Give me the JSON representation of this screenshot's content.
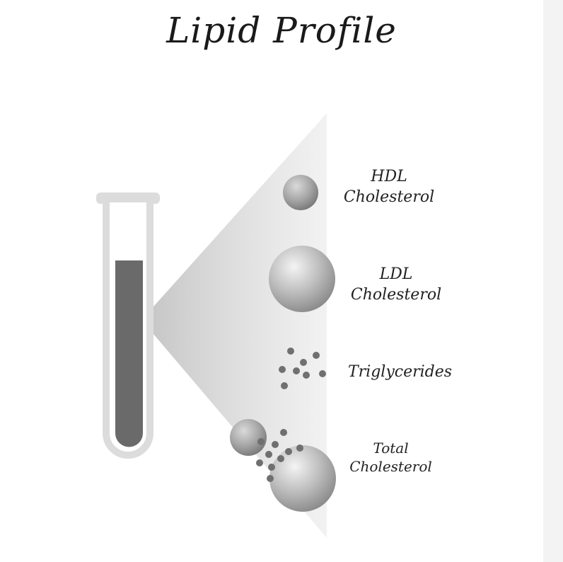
{
  "title": "Lipid Profile",
  "labels": {
    "hdl": [
      "HDL",
      "Cholesterol"
    ],
    "ldl": [
      "LDL",
      "Cholesterol"
    ],
    "triglycerides": "Triglycerides",
    "total": [
      "Total",
      "Cholesterol"
    ]
  },
  "colors": {
    "tube_outline": "#dcdcdc",
    "blood": "#6b6b6b",
    "sphere_light": "#f2f2f2",
    "sphere_dark": "#8a8a8a",
    "dot": "#6f6f6f",
    "beam": "#cfcfcf"
  }
}
